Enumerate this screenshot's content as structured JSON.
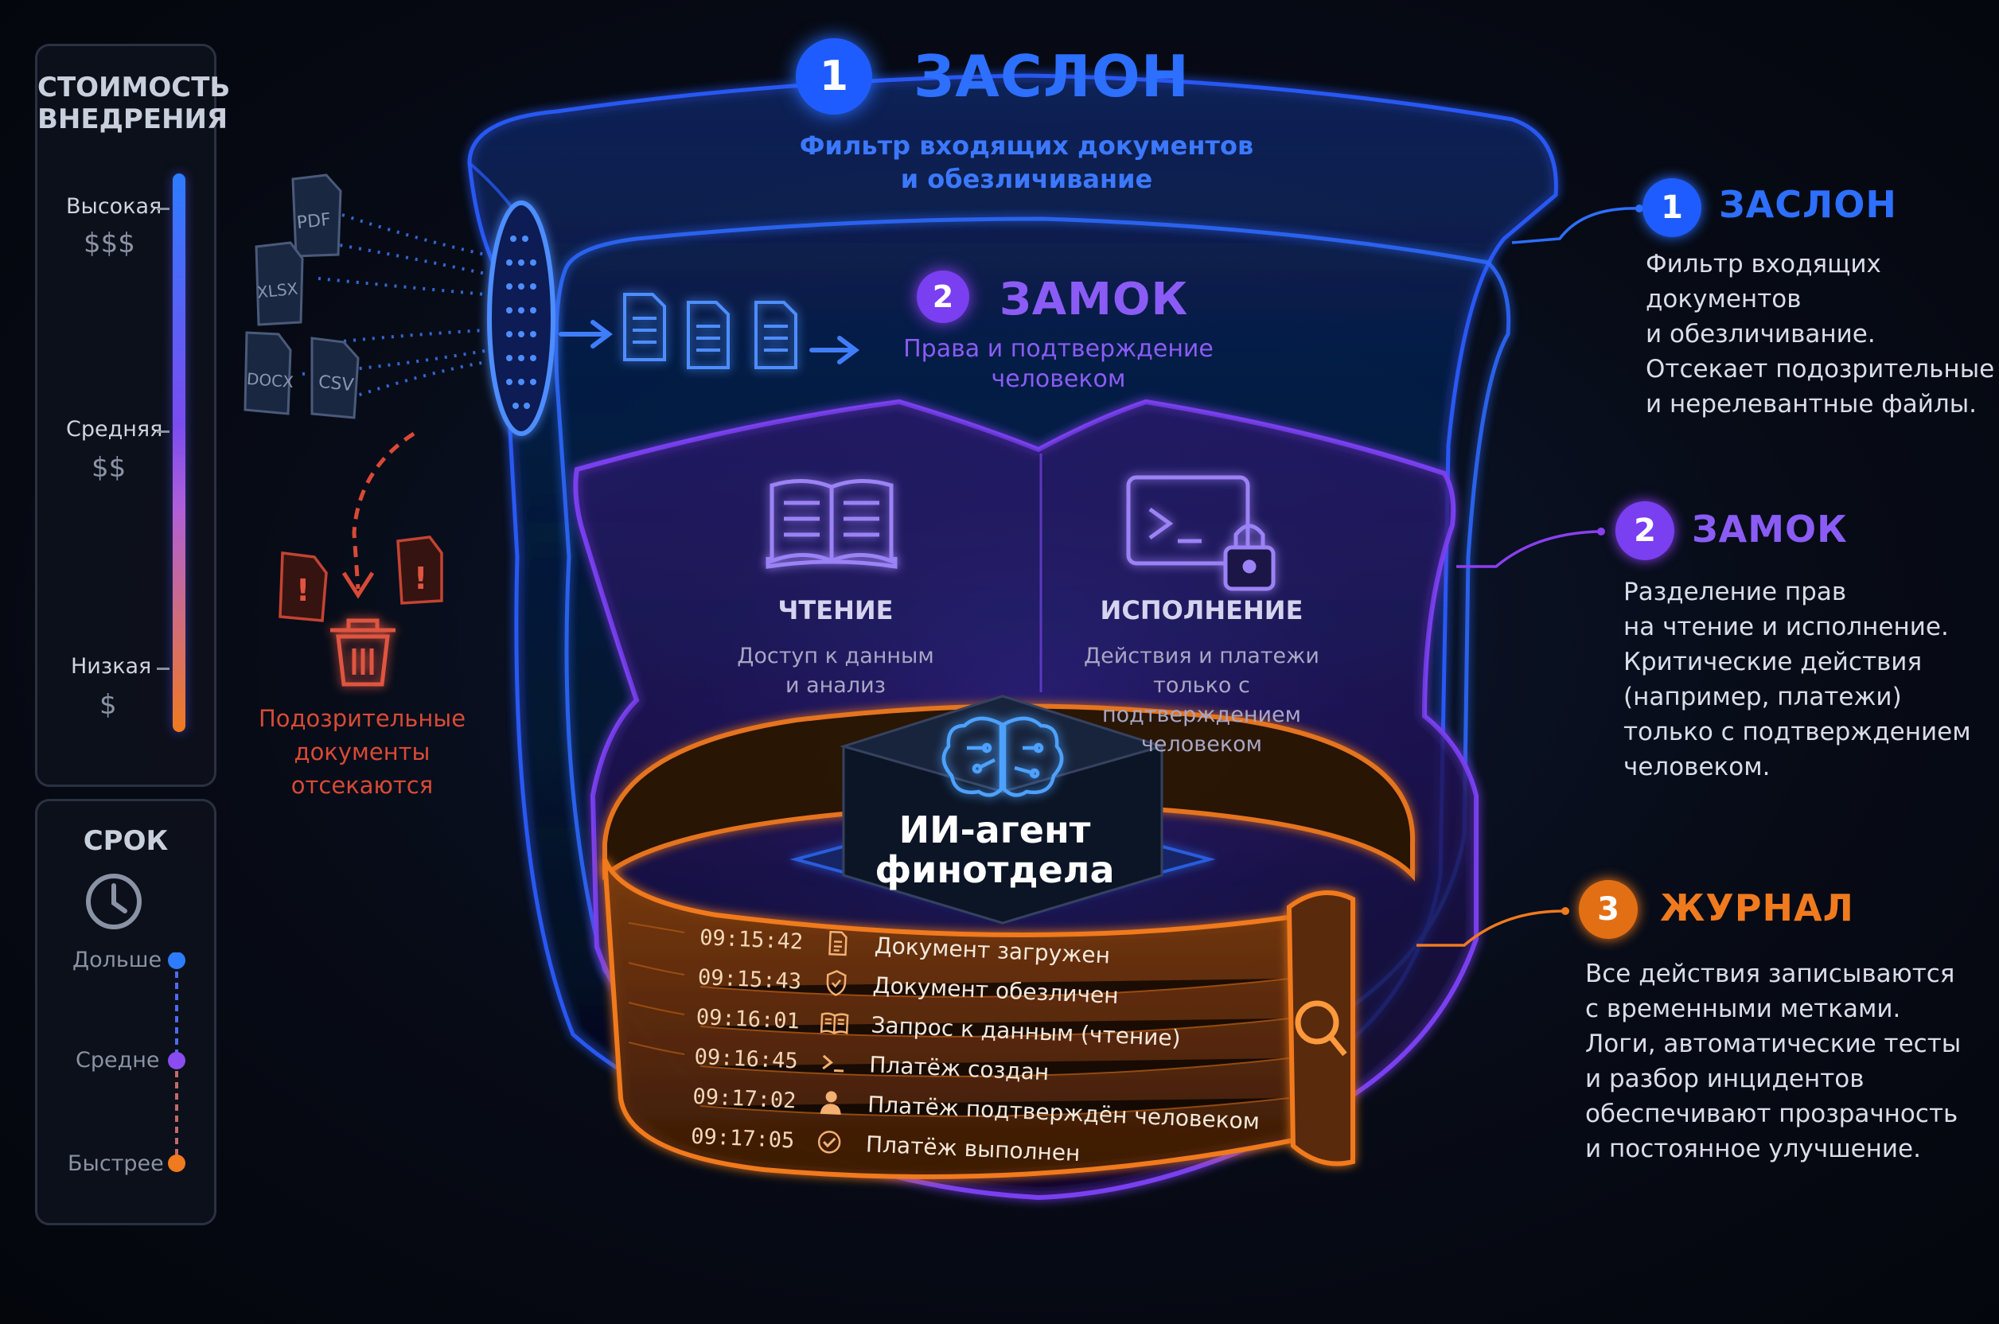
{
  "cost_panel": {
    "title_line1": "СТОИМОСТЬ",
    "title_line2": "ВНЕДРЕНИЯ",
    "levels": [
      {
        "label": "Высокая",
        "money": "$$$"
      },
      {
        "label": "Средняя",
        "money": "$$"
      },
      {
        "label": "Низкая",
        "money": "$"
      }
    ]
  },
  "time_panel": {
    "title": "СРОК",
    "levels": [
      "Дольше",
      "Средне",
      "Быстрее"
    ]
  },
  "files": [
    "PDF",
    "XLSX",
    "DOCX",
    "CSV"
  ],
  "rejected": {
    "line1": "Подозрительные",
    "line2": "документы",
    "line3": "отсекаются"
  },
  "layers": {
    "gate": {
      "number": "1",
      "title": "ЗАСЛОН",
      "subtitle_line1": "Фильтр входящих документов",
      "subtitle_line2": "и обезличивание"
    },
    "lock": {
      "number": "2",
      "title": "ЗАМОК",
      "subtitle_line1": "Права и подтверждение",
      "subtitle_line2": "человеком"
    },
    "read": {
      "title": "ЧТЕНИЕ",
      "line1": "Доступ к данным",
      "line2": "и анализ"
    },
    "exec": {
      "title": "ИСПОЛНЕНИЕ",
      "line1": "Действия и платежи",
      "line2": "только с подтверждением",
      "line3": "человеком"
    },
    "agent": {
      "line1": "ИИ-агент",
      "line2": "финотдела"
    }
  },
  "log": [
    {
      "time": "09:15:42",
      "icon": "document-icon",
      "text": "Документ загружен"
    },
    {
      "time": "09:15:43",
      "icon": "shield-icon",
      "text": "Документ обезличен"
    },
    {
      "time": "09:16:01",
      "icon": "book-icon",
      "text": "Запрос к данным (чтение)"
    },
    {
      "time": "09:16:45",
      "icon": "terminal-icon",
      "text": "Платёж создан"
    },
    {
      "time": "09:17:02",
      "icon": "person-icon",
      "text": "Платёж подтверждён человеком"
    },
    {
      "time": "09:17:05",
      "icon": "check-icon",
      "text": "Платёж выполнен"
    }
  ],
  "legend": [
    {
      "number": "1",
      "title": "ЗАСЛОН",
      "color": "#2d6fff",
      "lines": [
        "Фильтр входящих",
        "документов",
        "и обезличивание.",
        "Отсекает подозрительные",
        "и нерелевантные файлы."
      ]
    },
    {
      "number": "2",
      "title": "ЗАМОК",
      "color": "#8a3ff0",
      "lines": [
        "Разделение прав",
        "на чтение и исполнение.",
        "Критические действия",
        "(например, платежи)",
        "только с подтверждением",
        "человеком."
      ]
    },
    {
      "number": "3",
      "title": "ЖУРНАЛ",
      "color": "#f07a1e",
      "lines": [
        "Все действия записываются",
        "с временными метками.",
        "Логи, автоматические тесты",
        "и разбор инцидентов",
        "обеспечивают прозрачность",
        "и постоянное улучшение."
      ]
    }
  ],
  "colors": {
    "blue": "#2d6fff",
    "purple": "#8a3ff0",
    "orange": "#f07a1e",
    "red": "#d84a35"
  }
}
